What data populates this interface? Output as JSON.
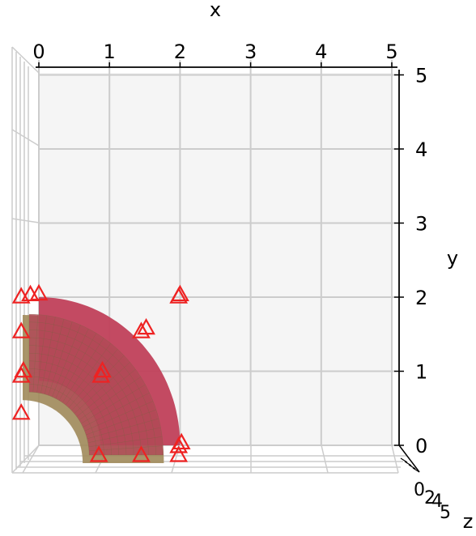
{
  "chart_data": {
    "type": "3d-surface",
    "view": "top-down projection (x horizontal, y vertical, z receding to lower right)",
    "axes": {
      "x": {
        "label": "x",
        "ticks": [
          "0",
          "1",
          "2",
          "3",
          "4",
          "5"
        ],
        "range": [
          0,
          5
        ]
      },
      "y": {
        "label": "y",
        "ticks": [
          "0",
          "1",
          "2",
          "3",
          "4",
          "5"
        ],
        "range": [
          0,
          5
        ]
      },
      "z": {
        "label": "z",
        "ticks": [
          "0",
          "2",
          "4",
          "5"
        ]
      }
    },
    "grid": true,
    "surface": {
      "shape": "quarter annulus",
      "inner_radius": 0.85,
      "outer_radius": 1.95,
      "top_color": "#b04a57",
      "inner_wall_color": "#a08a5a",
      "outer_rim_color": "#c0405a",
      "mesh_color": "#6a6a3a"
    },
    "markers": {
      "symbol": "triangle",
      "color": "#ee2222",
      "points": [
        {
          "x": 0.85,
          "y": -0.12
        },
        {
          "x": 1.45,
          "y": -0.12
        },
        {
          "x": 1.98,
          "y": -0.12
        },
        {
          "x": 2.02,
          "y": 0.05
        },
        {
          "x": 1.98,
          "y": 0.0
        },
        {
          "x": 0.88,
          "y": 0.95
        },
        {
          "x": 0.9,
          "y": 1.02
        },
        {
          "x": 1.45,
          "y": 1.55
        },
        {
          "x": 1.52,
          "y": 1.6
        },
        {
          "x": 1.98,
          "y": 2.02
        },
        {
          "x": 2.0,
          "y": 2.05
        },
        {
          "x": -0.25,
          "y": 0.95
        },
        {
          "x": -0.22,
          "y": 1.02
        },
        {
          "x": -0.25,
          "y": 1.55
        },
        {
          "x": -0.25,
          "y": 2.02
        },
        {
          "x": -0.12,
          "y": 2.05
        },
        {
          "x": 0.0,
          "y": 2.06
        },
        {
          "x": -0.25,
          "y": 0.45
        }
      ]
    },
    "colors": {
      "pane": "#f5f5f5",
      "gridline": "#cccccc"
    }
  }
}
